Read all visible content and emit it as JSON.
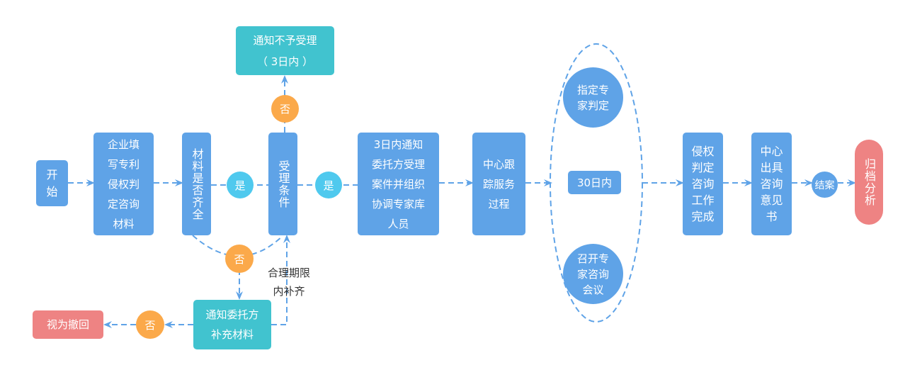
{
  "colors": {
    "process_blue": "#5fa3e7",
    "notice_teal": "#41c3cf",
    "terminal_red": "#ee8383",
    "no_orange": "#fba94a",
    "yes_cyan": "#4fc9ee",
    "connector": "#5fa3e7"
  },
  "nodes": {
    "start": "开\n始",
    "fill_materials": "企业填\n写专利\n侵权判\n定咨询\n材料",
    "materials_complete": "材料是否齐全",
    "acceptance_conditions": "受理条件",
    "notify_not_accepted": "通知不予受理\n（ 3日内 ）",
    "notify_accept_organize": "3日内通知\n委托方受理\n案件并组织\n协调专家库\n人员",
    "center_tracking": "中心跟\n踪服务\n过程",
    "expert_judgment": "指定专\n家判定",
    "within_30_days": "30日内",
    "expert_meeting": "召开专\n家咨询\n会议",
    "judgment_complete": "侵权\n判定\n咨询\n工作\n完成",
    "issue_opinion": "中心\n出具\n咨询\n意见\n书",
    "close_case": "结案",
    "archive_analysis": "归档分析",
    "notify_supplement": "通知委托方\n补充材料",
    "deemed_withdrawn": "视为撤回"
  },
  "decisions": {
    "yes_1": "是",
    "yes_2": "是",
    "no_not_accepted": "否",
    "no_incomplete": "否",
    "no_supplement": "否"
  },
  "annotations": {
    "supplement_deadline": "合理期限\n内补齐"
  }
}
